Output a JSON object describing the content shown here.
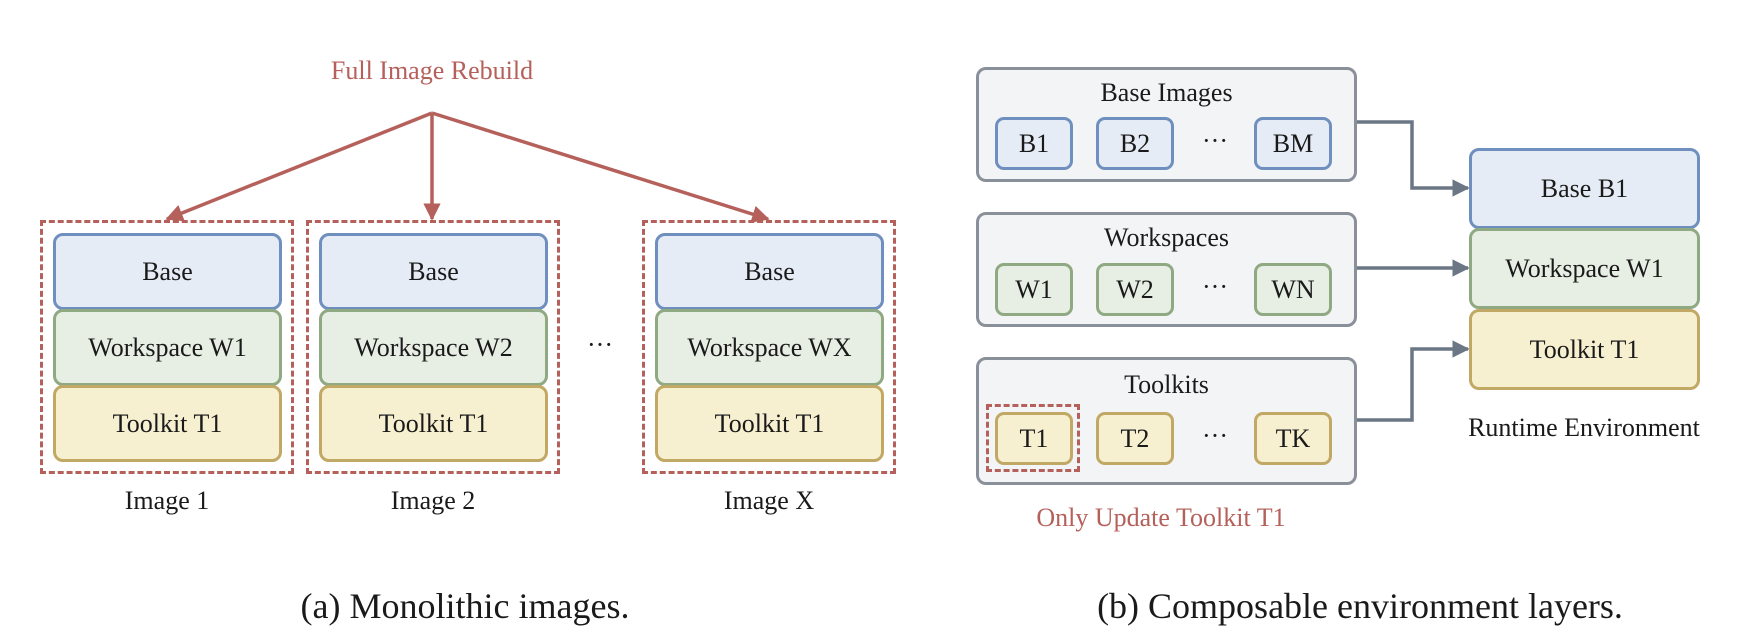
{
  "panel_a": {
    "top_label": "Full Image Rebuild",
    "images": [
      {
        "base": "Base",
        "workspace": "Workspace W1",
        "toolkit": "Toolkit T1",
        "label": "Image 1"
      },
      {
        "base": "Base",
        "workspace": "Workspace W2",
        "toolkit": "Toolkit T1",
        "label": "Image 2"
      },
      {
        "base": "Base",
        "workspace": "Workspace WX",
        "toolkit": "Toolkit T1",
        "label": "Image X"
      }
    ],
    "ellipsis": "···",
    "caption": "(a) Monolithic images."
  },
  "panel_b": {
    "groups": [
      {
        "title": "Base Images",
        "items": [
          "B1",
          "B2",
          "···",
          "BM"
        ]
      },
      {
        "title": "Workspaces",
        "items": [
          "W1",
          "W2",
          "···",
          "WN"
        ]
      },
      {
        "title": "Toolkits",
        "items": [
          "T1",
          "T2",
          "···",
          "TK"
        ]
      }
    ],
    "runtime": {
      "base": "Base B1",
      "workspace": "Workspace W1",
      "toolkit": "Toolkit T1",
      "label": "Runtime Environment"
    },
    "update_label": "Only Update Toolkit T1",
    "caption": "(b) Composable environment layers."
  },
  "colors": {
    "accent_red": "#b5605a",
    "base_fill": "#e6ecf6",
    "base_border": "#6f8fbe",
    "workspace_fill": "#e7efe4",
    "workspace_border": "#8fa982",
    "toolkit_fill": "#f6efd0",
    "toolkit_border": "#c1a865",
    "group_fill": "#f3f4f6",
    "arrow_gray": "#6b7785"
  }
}
